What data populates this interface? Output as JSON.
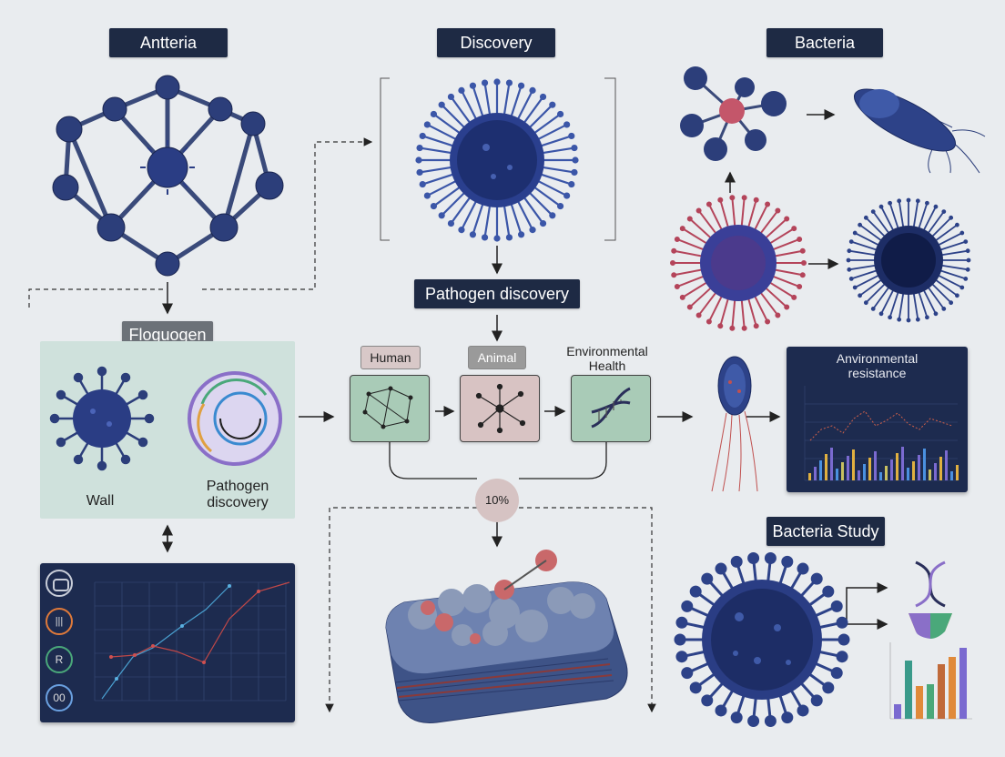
{
  "titles": {
    "antteria": "Antteria",
    "discovery": "Discovery",
    "bacteria": "Bacteria",
    "pathogen_discovery": "Pathogen discovery",
    "floguogen": "Floguogen",
    "bacteria_study": "Bacteria Study"
  },
  "left_panel": {
    "wall_label": "Wall",
    "pathogen_label_1": "Pathogen",
    "pathogen_label_2": "discovery"
  },
  "nodes": {
    "human": "Human",
    "animal": "Animal",
    "environmental_1": "Environmental",
    "environmental_2": "Health"
  },
  "center_badge": "10%",
  "env_chart": {
    "title_1": "Anvironmental",
    "title_2": "resistance"
  },
  "colors": {
    "dark_navy": "#1e2a44",
    "panel_navy": "#1d2b4f",
    "virus_blue": "#2b3f86",
    "green_box": "#a9cbb7",
    "pink_box": "#d8c3c3",
    "left_panel_bg": "#cfe1dc"
  },
  "icons": [
    "circle-icon",
    "pill-icon",
    "r-icon",
    "infinity-icon"
  ]
}
